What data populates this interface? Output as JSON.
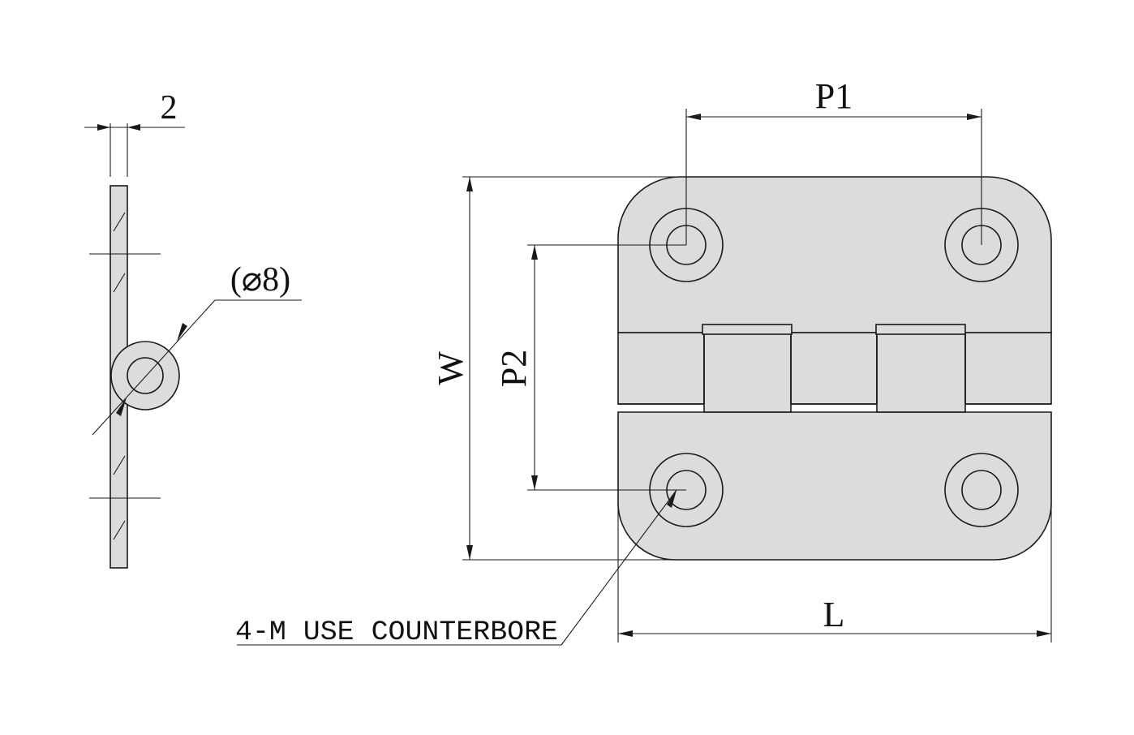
{
  "side_view": {
    "thickness_label": "2",
    "hole_diameter_label": "(⌀8)"
  },
  "front_view": {
    "p1_label": "P1",
    "p2_label": "P2",
    "w_label": "W",
    "l_label": "L",
    "callout_label": "4-M USE COUNTERBORE"
  },
  "colors": {
    "part_fill": "#dcdcdc",
    "line": "#1a1a1a"
  }
}
